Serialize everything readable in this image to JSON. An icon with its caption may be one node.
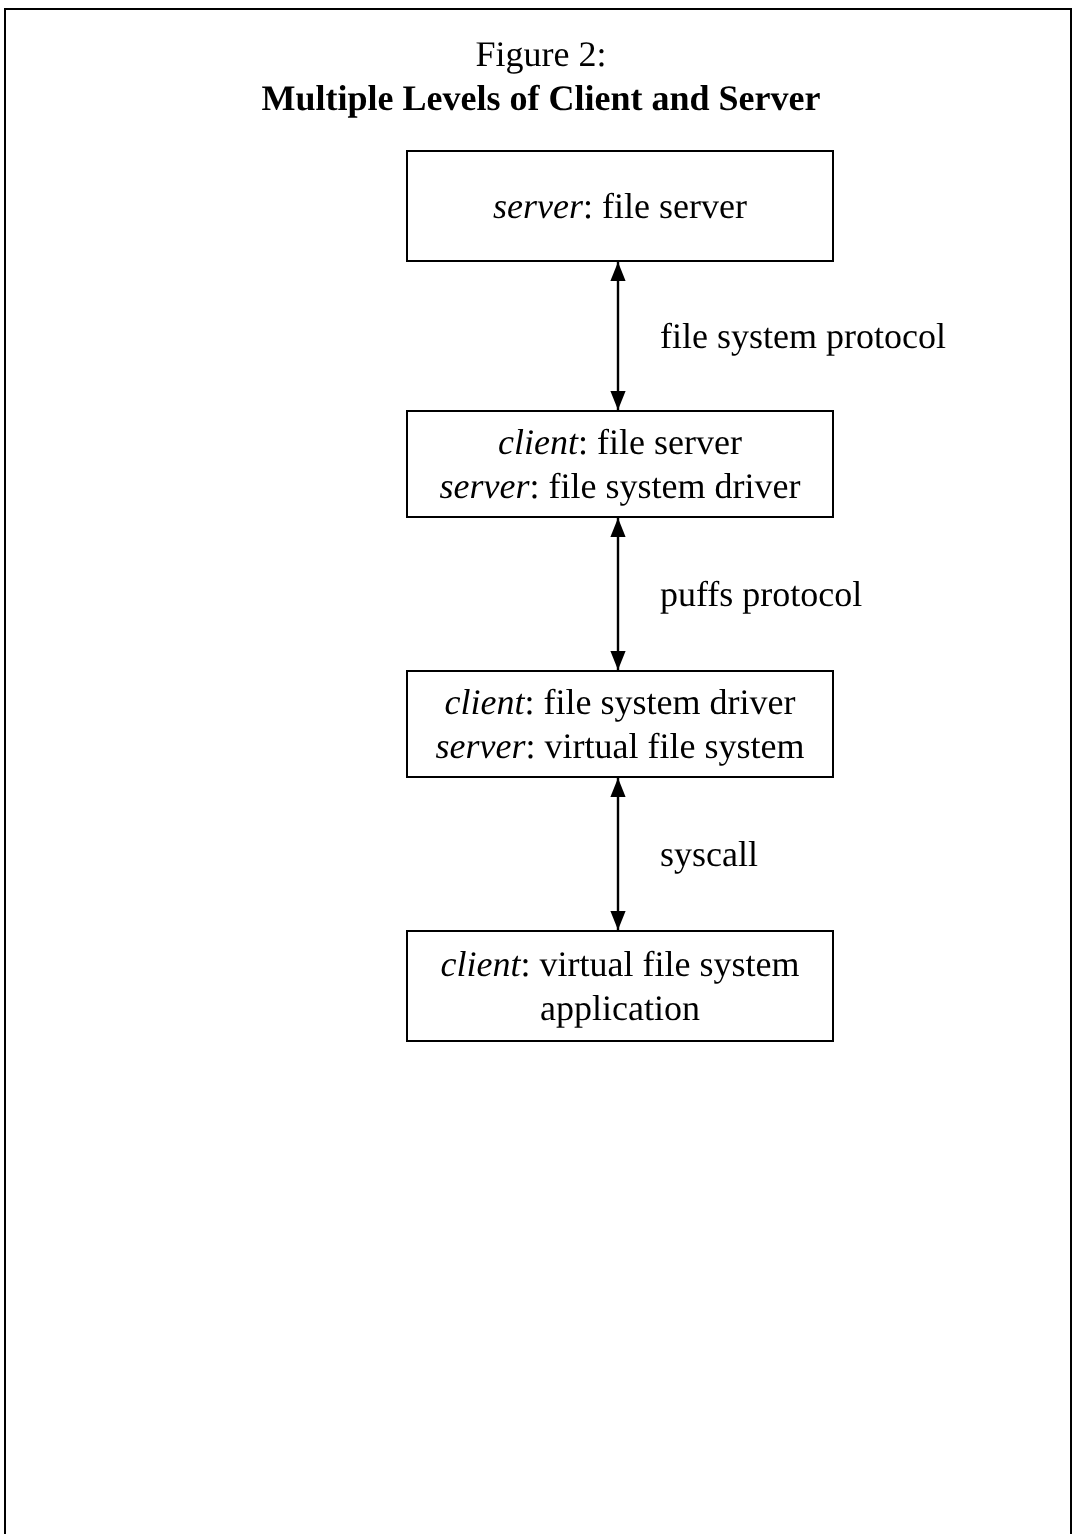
{
  "diagram": {
    "title": "Figure 2:",
    "nodes": [
      {
        "text": [
          "*server*: file server"
        ]
      },
      {
        "text": [
          "*client*: file server",
          "*server*: file system driver"
        ]
      },
      {
        "text": [
          "*client*: file system driver",
          "*server*: virtual file system"
        ]
      },
      {
        "text": [
          "*client*: virtual file system application"
        ]
      }
    ],
    "edges": [
      {
        "from": 0,
        "to": 1,
        "arrow": "both",
        "label": "file system protocol"
      },
      {
        "from": 1,
        "to": 2,
        "arrow": "both",
        "label": "puffs protocol"
      },
      {
        "from": 2,
        "to": 3,
        "arrow": "both",
        "label": "syscall"
      }
    ],
    "labels": [
      "Multiple Levels of Client and Server"
    ]
  }
}
